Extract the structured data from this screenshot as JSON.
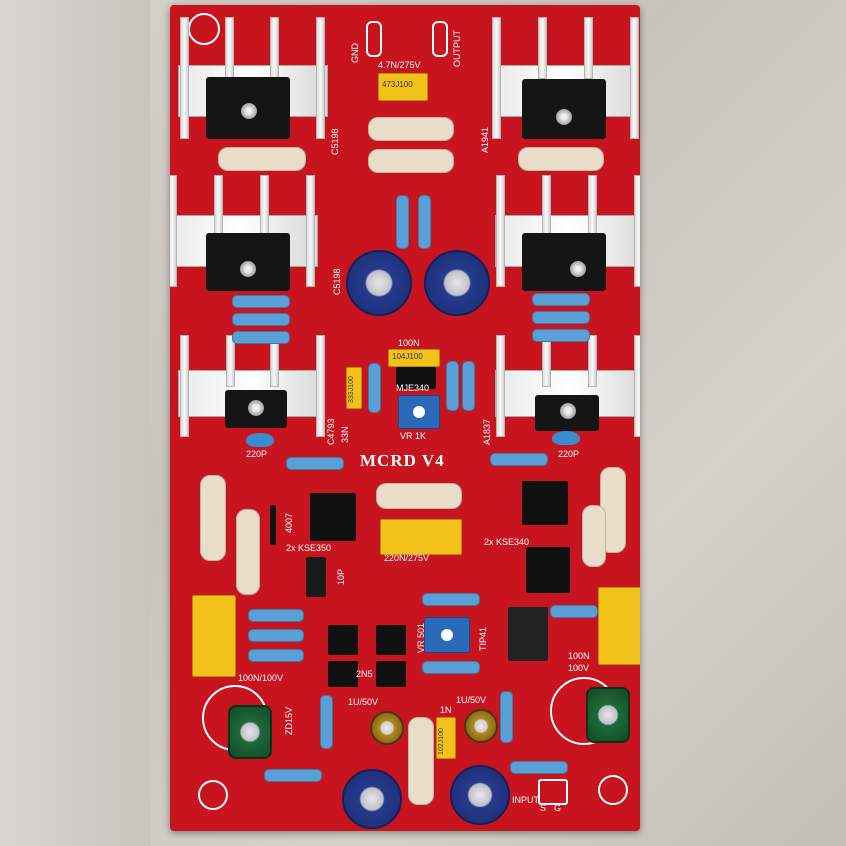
{
  "board": {
    "title": "MCRD V4",
    "labels": {
      "gnd": "GND",
      "output": "OUTPUT",
      "cap_top": "4.7N/275V",
      "c5198_top": "C5198",
      "a1941": "A1941",
      "c5198_mid": "C5198",
      "n100": "100N",
      "mje340": "MJE340",
      "c4793": "C4793",
      "n33": "33N",
      "vr1k": "VR 1K",
      "a1837": "A1837",
      "p220_left": "220P",
      "p220_right": "220P",
      "d4007": "4007",
      "kse350": "2x KSE350",
      "kse340": "2x KSE340",
      "p10": "10P",
      "cap_220n": "220N/275V",
      "vr501": "VR 501",
      "tip41": "TIP41",
      "n100_100v_left": "100N/100V",
      "n100_right": "100N",
      "v100_right": "100V",
      "zd15v": "ZD15V",
      "u1_50v_left": "1U/50V",
      "u1_50v_right": "1U/50V",
      "n2n5": "2N5",
      "n1n": "1N",
      "input": "INPUT",
      "s_label": "S",
      "g_label": "G",
      "cap_code_top": "473J100",
      "cap_code_mid": "104J100",
      "cap_code_33n": "333J100",
      "cap_code_1n": "102J100"
    }
  }
}
